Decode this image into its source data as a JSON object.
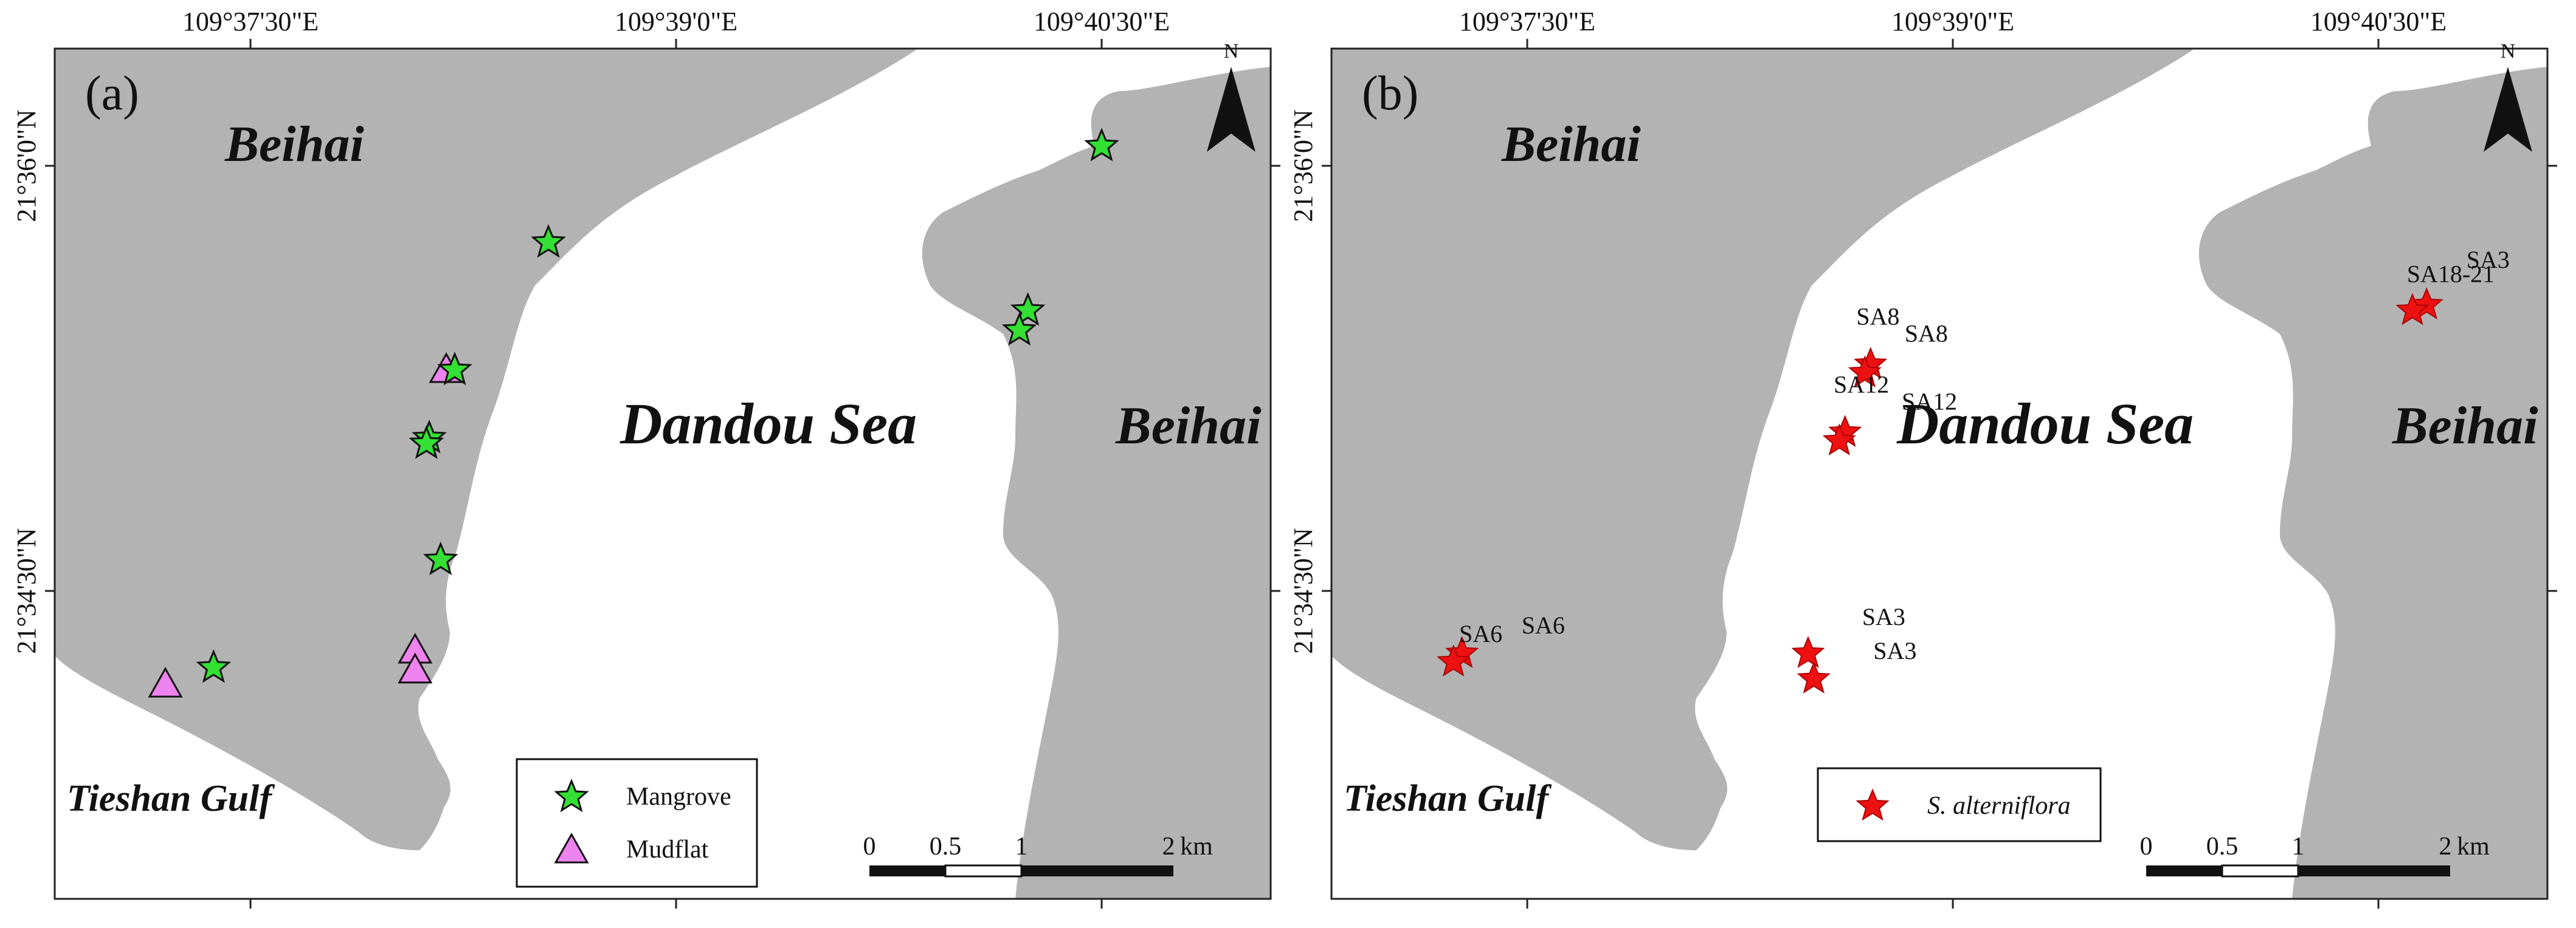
{
  "figure": {
    "panels": [
      {
        "id": "a",
        "label": "(a)",
        "places": {
          "beihai_west": "Beihai",
          "beihai_east": "Beihai",
          "sea": "Dandou Sea",
          "gulf": "Tieshan Gulf"
        },
        "graticule": {
          "top": [
            "109°37'30\"E",
            "109°39'0\"E",
            "109°40'30\"E"
          ],
          "left": [
            "21°36'0\"N",
            "21°34'30\"N"
          ]
        },
        "north_arrow": "N",
        "scalebar": {
          "ticks": [
            "0",
            "0.5",
            "1",
            "2"
          ],
          "unit": "km"
        },
        "legend": [
          {
            "label": "Mangrove",
            "symbol": "star",
            "color": "#33e033"
          },
          {
            "label": "Mudflat",
            "symbol": "triangle",
            "color": "#ee82ee"
          }
        ],
        "markers": [
          {
            "type": "mangrove",
            "lon_min": 40.5,
            "lat_min": 36.07
          },
          {
            "type": "mangrove",
            "lon_min": 38.55,
            "lat_min": 35.73
          },
          {
            "type": "mangrove",
            "lon_min": 40.24,
            "lat_min": 35.49
          },
          {
            "type": "mangrove",
            "lon_min": 40.21,
            "lat_min": 35.42
          },
          {
            "type": "mudflat",
            "lon_min": 38.19,
            "lat_min": 35.28
          },
          {
            "type": "mangrove",
            "lon_min": 38.22,
            "lat_min": 35.28
          },
          {
            "type": "mangrove",
            "lon_min": 38.13,
            "lat_min": 35.04
          },
          {
            "type": "mangrove",
            "lon_min": 38.12,
            "lat_min": 35.02
          },
          {
            "type": "mangrove",
            "lon_min": 38.17,
            "lat_min": 34.61
          },
          {
            "type": "mudflat",
            "lon_min": 38.08,
            "lat_min": 34.29
          },
          {
            "type": "mudflat",
            "lon_min": 38.08,
            "lat_min": 34.22
          },
          {
            "type": "mangrove",
            "lon_min": 37.37,
            "lat_min": 34.23
          },
          {
            "type": "mudflat",
            "lon_min": 37.2,
            "lat_min": 34.17
          }
        ]
      },
      {
        "id": "b",
        "label": "(b)",
        "places": {
          "beihai_west": "Beihai",
          "beihai_east": "Beihai",
          "sea": "Dandou Sea",
          "gulf": "Tieshan Gulf"
        },
        "graticule": {
          "top": [
            "109°37'30\"E",
            "109°39'0\"E",
            "109°40'30\"E"
          ],
          "left": [
            "21°36'0\"N",
            "21°34'30\"N"
          ]
        },
        "north_arrow": "N",
        "scalebar": {
          "ticks": [
            "0",
            "0.5",
            "1",
            "2"
          ],
          "unit": "km"
        },
        "legend": [
          {
            "label": "S. alterniflora",
            "symbol": "star",
            "color": "#ee1111"
          }
        ],
        "markers": [
          {
            "type": "alterniflora",
            "lon_min": 40.67,
            "lat_min": 35.51
          },
          {
            "type": "alterniflora",
            "lon_min": 40.62,
            "lat_min": 35.49
          },
          {
            "type": "alterniflora",
            "lon_min": 38.71,
            "lat_min": 35.3
          },
          {
            "type": "alterniflora",
            "lon_min": 38.69,
            "lat_min": 35.27
          },
          {
            "type": "alterniflora",
            "lon_min": 38.62,
            "lat_min": 35.06
          },
          {
            "type": "alterniflora",
            "lon_min": 38.6,
            "lat_min": 35.03
          },
          {
            "type": "alterniflora",
            "lon_min": 37.27,
            "lat_min": 34.28
          },
          {
            "type": "alterniflora",
            "lon_min": 37.24,
            "lat_min": 34.25
          },
          {
            "type": "alterniflora",
            "lon_min": 38.49,
            "lat_min": 34.28
          },
          {
            "type": "alterniflora",
            "lon_min": 38.51,
            "lat_min": 34.19
          }
        ],
        "site_labels": [
          {
            "text": "SA18-21",
            "lon_min": 40.6,
            "lat_min": 35.59
          },
          {
            "text": "SA3",
            "lon_min": 40.81,
            "lat_min": 35.64
          },
          {
            "text": "SA8",
            "lon_min": 38.66,
            "lat_min": 35.44
          },
          {
            "text": "SA8",
            "lon_min": 38.83,
            "lat_min": 35.38
          },
          {
            "text": "SA12",
            "lon_min": 38.58,
            "lat_min": 35.2
          },
          {
            "text": "SA12",
            "lon_min": 38.82,
            "lat_min": 35.14
          },
          {
            "text": "SA6",
            "lon_min": 37.26,
            "lat_min": 34.32
          },
          {
            "text": "SA6",
            "lon_min": 37.48,
            "lat_min": 34.35
          },
          {
            "text": "SA3",
            "lon_min": 38.68,
            "lat_min": 34.38
          },
          {
            "text": "SA3",
            "lon_min": 38.72,
            "lat_min": 34.26
          }
        ]
      }
    ]
  }
}
